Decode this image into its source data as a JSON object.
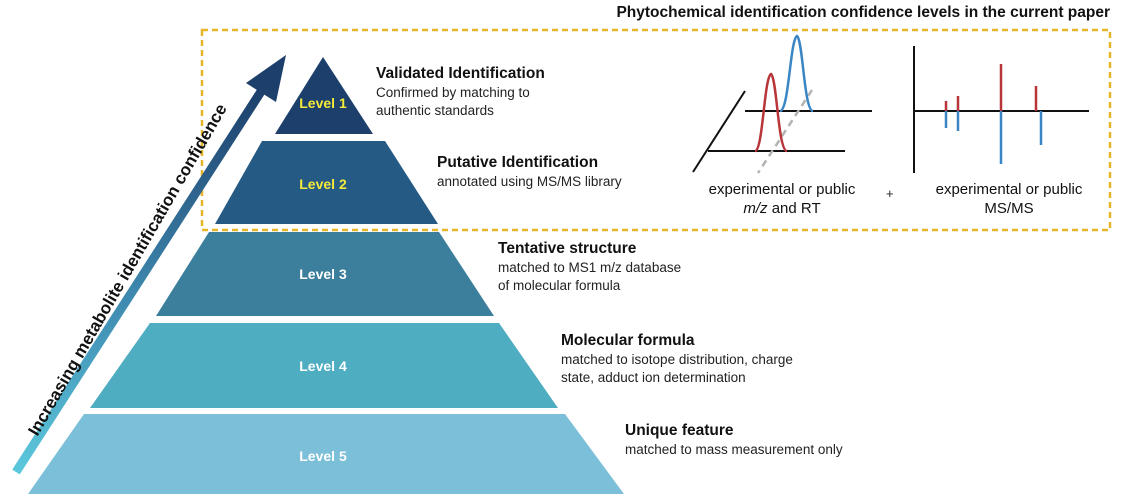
{
  "title": "Phytochemical identification confidence levels in the current paper",
  "side_label": "Increasing metabolite identification confidence",
  "colors": {
    "level1": "#1d3f6b",
    "level2": "#255a85",
    "level3": "#3b7f9c",
    "level4": "#4fadc2",
    "level5": "#7cbfd9",
    "level_label_highlight": "#f4ea3a",
    "level_label_normal": "#ffffff",
    "dashed_box": "#e5b52a",
    "peak_red": "#b8353a",
    "peak_blue": "#3a86c4"
  },
  "levels": [
    {
      "label": "Level 1",
      "heading": "Validated Identification",
      "lines": [
        "Confirmed by matching to",
        "authentic standards"
      ]
    },
    {
      "label": "Level 2",
      "heading": "Putative Identification",
      "lines": [
        "annotated using MS/MS library"
      ]
    },
    {
      "label": "Level 3",
      "heading": "Tentative structure",
      "lines": [
        "matched to MS1 m/z database",
        "of molecular formula"
      ]
    },
    {
      "label": "Level 4",
      "heading": "Molecular formula",
      "lines": [
        "matched to  isotope distribution, charge",
        "state, adduct ion determination"
      ]
    },
    {
      "label": "Level 5",
      "heading": "Unique feature",
      "lines": [
        "matched to mass measurement only"
      ]
    }
  ],
  "captions": {
    "left_line1": "experimental or public",
    "left_mz": "m/z",
    "left_rest": " and RT",
    "plus": "+",
    "right_line1": "experimental or public",
    "right_line2": "MS/MS"
  }
}
